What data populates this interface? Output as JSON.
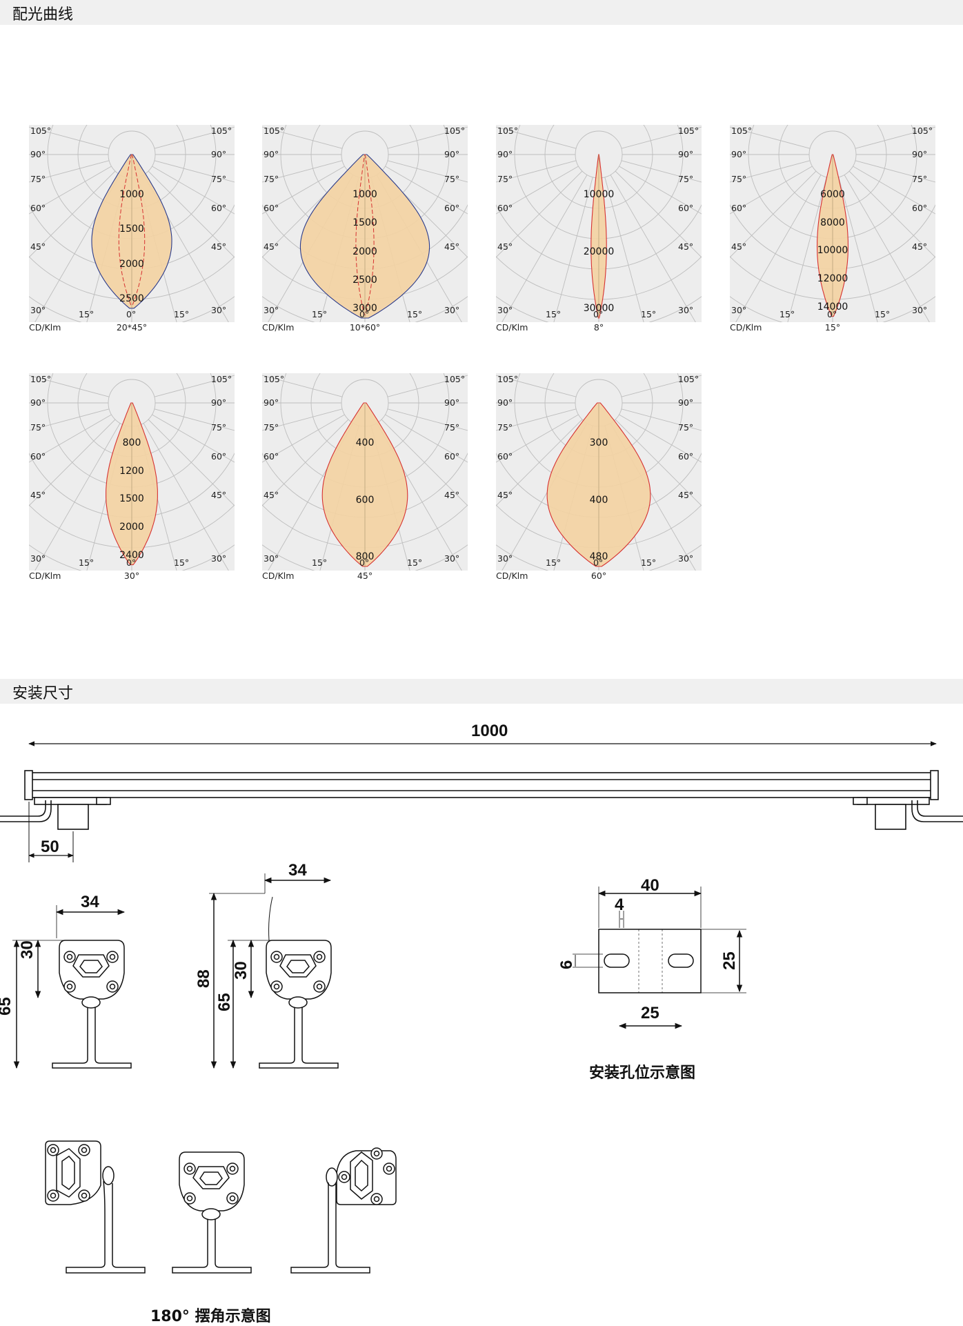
{
  "sections": {
    "light_distribution": "配光曲线",
    "install_dimensions": "安装尺寸"
  },
  "chart_data": [
    {
      "type": "polar",
      "beam": "20*45°",
      "unit": "CD/Klm",
      "angles": [
        "105°",
        "90°",
        "75°",
        "60°",
        "45°",
        "30°",
        "15°",
        "0°"
      ],
      "radial_ticks": [
        "1000",
        "1500",
        "2000",
        "2500"
      ],
      "width_ratio": 0.31,
      "len_ratio": 0.94,
      "inner_ratio": 0.1
    },
    {
      "type": "polar",
      "beam": "10*60°",
      "unit": "CD/Klm",
      "angles": [
        "105°",
        "90°",
        "75°",
        "60°",
        "45°",
        "30°",
        "15°",
        "0°"
      ],
      "radial_ticks": [
        "1000",
        "1500",
        "2000",
        "2500",
        "3000"
      ],
      "width_ratio": 0.5,
      "len_ratio": 1.0,
      "inner_ratio": 0.07
    },
    {
      "type": "polar",
      "beam": "8°",
      "unit": "CD/Klm",
      "angles": [
        "105°",
        "90°",
        "75°",
        "60°",
        "45°",
        "30°",
        "15°",
        "0°"
      ],
      "radial_ticks": [
        "10000",
        "20000",
        "30000"
      ],
      "width_ratio": 0.06,
      "len_ratio": 1.0,
      "inner_ratio": 0
    },
    {
      "type": "polar",
      "beam": "15°",
      "unit": "CD/Klm",
      "angles": [
        "105°",
        "90°",
        "75°",
        "60°",
        "45°",
        "30°",
        "15°",
        "0°"
      ],
      "radial_ticks": [
        "6000",
        "8000",
        "10000",
        "12000",
        "14000"
      ],
      "width_ratio": 0.12,
      "len_ratio": 0.99,
      "inner_ratio": 0
    },
    {
      "type": "polar",
      "beam": "30°",
      "unit": "CD/Klm",
      "angles": [
        "105°",
        "90°",
        "75°",
        "60°",
        "45°",
        "30°",
        "15°",
        "0°"
      ],
      "radial_ticks": [
        "800",
        "1200",
        "1500",
        "2000",
        "2400"
      ],
      "width_ratio": 0.2,
      "len_ratio": 0.99,
      "inner_ratio": 0
    },
    {
      "type": "polar",
      "beam": "45°",
      "unit": "CD/Klm",
      "angles": [
        "105°",
        "90°",
        "75°",
        "60°",
        "45°",
        "30°",
        "15°",
        "0°"
      ],
      "radial_ticks": [
        "400",
        "600",
        "800"
      ],
      "width_ratio": 0.33,
      "len_ratio": 1.0,
      "inner_ratio": 0
    },
    {
      "type": "polar",
      "beam": "60°",
      "unit": "CD/Klm",
      "angles": [
        "105°",
        "90°",
        "75°",
        "60°",
        "45°",
        "30°",
        "15°",
        "0°"
      ],
      "radial_ticks": [
        "300",
        "400",
        "480"
      ],
      "width_ratio": 0.4,
      "len_ratio": 1.0,
      "inner_ratio": 0
    }
  ],
  "dimensions": {
    "length": "1000",
    "bracket_offset": "50",
    "side1_width": "34",
    "side1_head": "30",
    "side1_total": "65",
    "side2_width": "34",
    "side2_overall": "88",
    "side2_total": "65",
    "side2_head": "30",
    "hole_plate_width": "40",
    "hole_width": "4",
    "hole_height": "6",
    "hole_pitch": "25",
    "plate_height": "25"
  },
  "captions": {
    "hole_diagram": "安装孔位示意图",
    "swing_diagram": "180° 摆角示意图"
  }
}
